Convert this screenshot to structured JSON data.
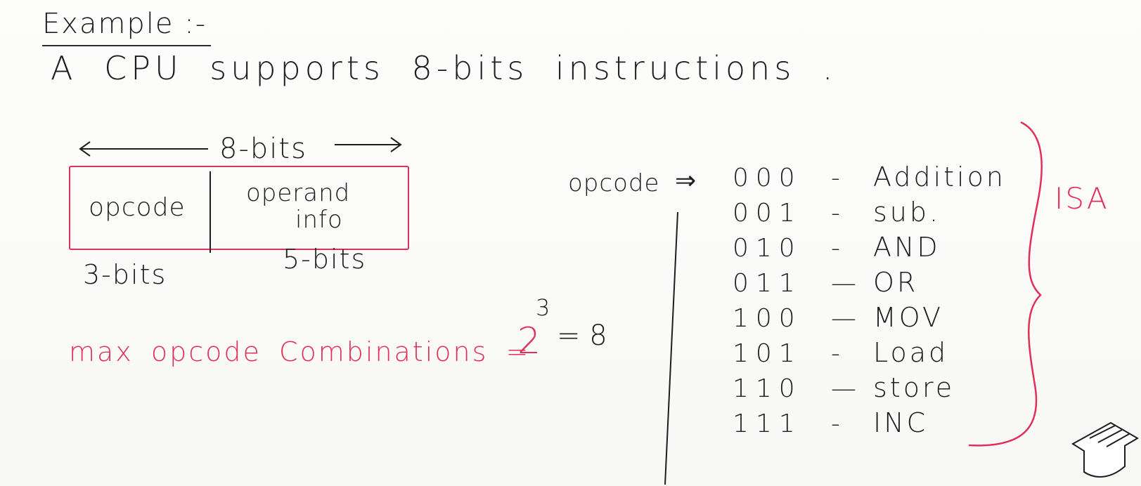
{
  "board": {
    "title": "Example :-",
    "statement": "A CPU supports 8-bits instructions .",
    "format": {
      "total_bits": "8-bits",
      "fields": [
        {
          "name": "opcode",
          "bits": "3-bits"
        },
        {
          "name_line1": "operand",
          "name_line2": "info",
          "bits": "5-bits"
        }
      ]
    },
    "max_combinations": {
      "label": "max opcode Combinations =",
      "base": "2",
      "exponent": "3",
      "result": "= 8"
    },
    "opcode_table": {
      "heading": "opcode",
      "implies": "⇒",
      "rows": [
        {
          "code": "000",
          "dash": "-",
          "name": "Addition"
        },
        {
          "code": "001",
          "dash": "-",
          "name": "sub."
        },
        {
          "code": "010",
          "dash": "-",
          "name": "AND"
        },
        {
          "code": "011",
          "dash": "—",
          "name": "OR"
        },
        {
          "code": "100",
          "dash": "—",
          "name": "MOV"
        },
        {
          "code": "101",
          "dash": "-",
          "name": "Load"
        },
        {
          "code": "110",
          "dash": "—",
          "name": "store"
        },
        {
          "code": "111",
          "dash": "-",
          "name": "INC"
        }
      ],
      "group_label": "ISA"
    }
  },
  "colors": {
    "ink": "#1d1d22",
    "red": "#e0305a",
    "board": "#fbfbf9"
  },
  "icons": {
    "corner": "graduation-cap-icon"
  }
}
